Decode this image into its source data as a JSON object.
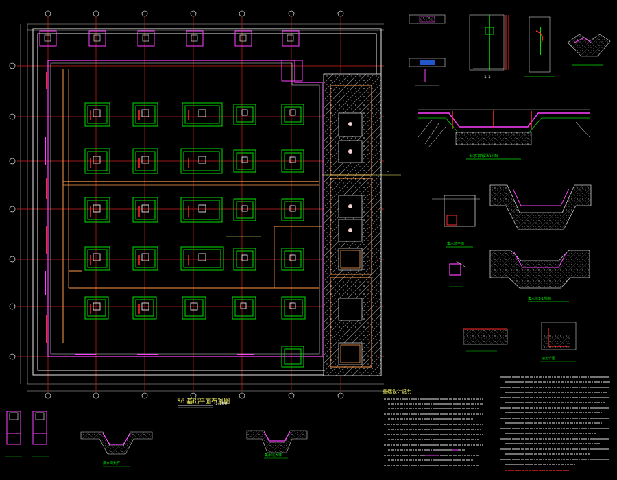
{
  "drawing": {
    "main_plan_title": "S6 基础平面布置图",
    "main_plan_scale": "1:100",
    "notes_title": "基础设计说明",
    "detail_titles": {
      "wall_section": "1-1",
      "sump_detail": "集水坑大样",
      "pile_cap_detail": "桩承台做法详图",
      "pit_plan": "集水坑平面",
      "pit_section": "集水坑1-1剖面",
      "trench_section": "排水沟大样",
      "wall_corner": "墙角详图"
    },
    "colors": {
      "background": "#000000",
      "grid_axis": "#ff2a2a",
      "dimension": "#cccccc",
      "pile_cap": "#00e000",
      "column": "#ff40ff",
      "beam": "#ff9a4a",
      "wall": "#e8e8e8",
      "hatch": "#d9d9d9",
      "annotation": "#ffff66"
    }
  }
}
